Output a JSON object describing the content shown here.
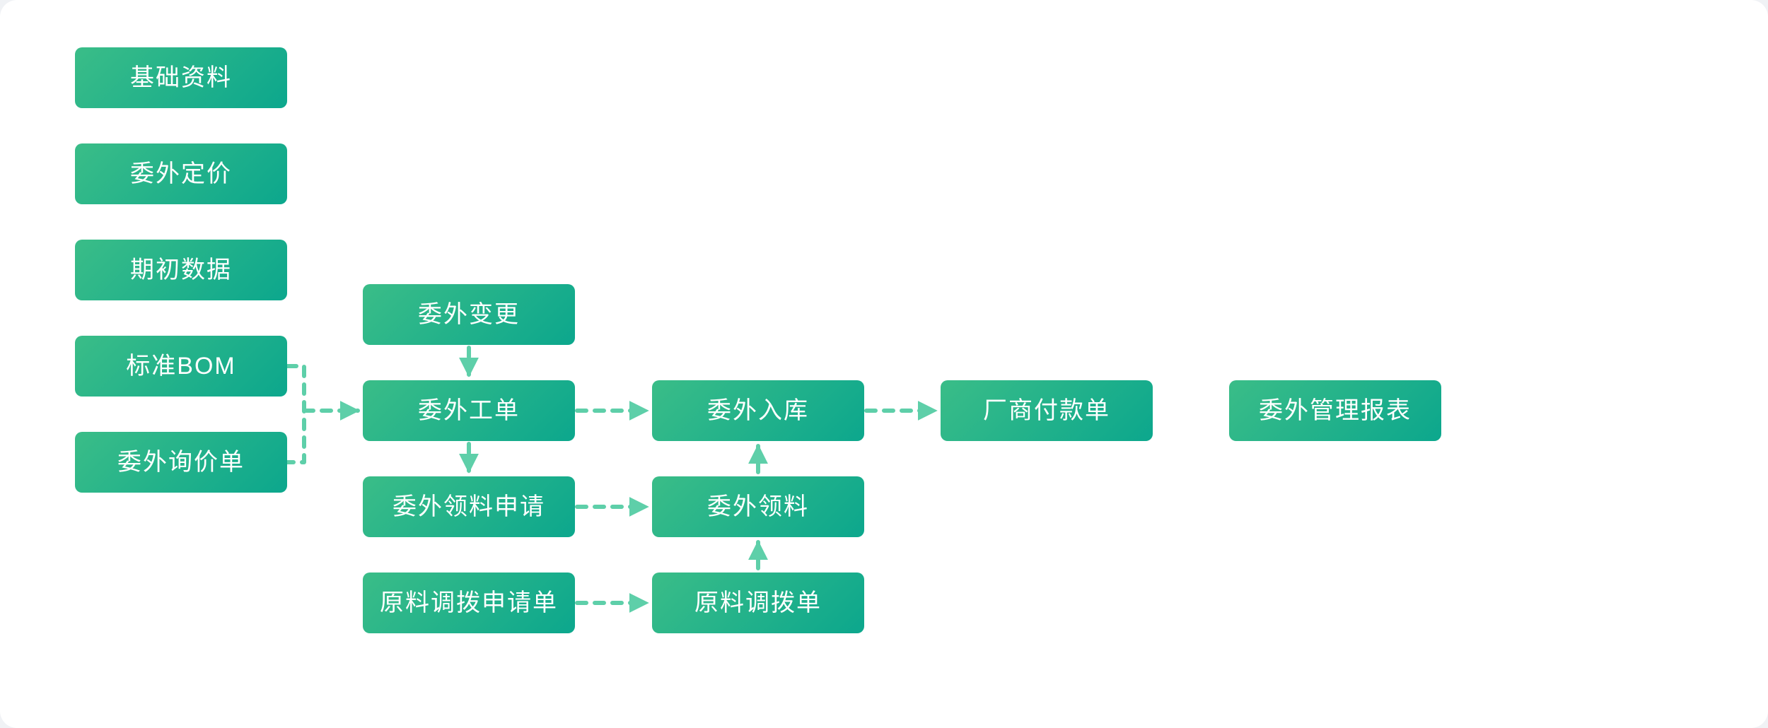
{
  "colors": {
    "page_background": "#f0f2f5",
    "card_background": "#ffffff",
    "node_gradient_start": "#3abd88",
    "node_gradient_end": "#0ca78d",
    "connector": "#5ecfa9",
    "node_text": "#ffffff"
  },
  "diagram": {
    "type": "flowchart",
    "nodes": [
      {
        "id": "jichu-ziliao",
        "label": "基础资料"
      },
      {
        "id": "weiwai-dingjia",
        "label": "委外定价"
      },
      {
        "id": "qichu-shuju",
        "label": "期初数据"
      },
      {
        "id": "biaozhun-bom",
        "label": "标准BOM"
      },
      {
        "id": "weiwai-xunjiadan",
        "label": "委外询价单"
      },
      {
        "id": "weiwai-biangeng",
        "label": "委外变更"
      },
      {
        "id": "weiwai-gongdan",
        "label": "委外工单"
      },
      {
        "id": "weiwai-lingliao-shenqing",
        "label": "委外领料申请"
      },
      {
        "id": "yuanliao-diaobo-shenqingdan",
        "label": "原料调拨申请单"
      },
      {
        "id": "weiwai-ruku",
        "label": "委外入库"
      },
      {
        "id": "weiwai-lingliao",
        "label": "委外领料"
      },
      {
        "id": "yuanliao-diaobodan",
        "label": "原料调拨单"
      },
      {
        "id": "changshang-fukuandan",
        "label": "厂商付款单"
      },
      {
        "id": "weiwai-guanli-baobiao",
        "label": "委外管理报表"
      }
    ],
    "edges": [
      {
        "from": "biaozhun-bom",
        "to": "weiwai-gongdan",
        "style": "dashed-arrow"
      },
      {
        "from": "weiwai-xunjiadan",
        "to": "weiwai-gongdan",
        "style": "dashed-arrow"
      },
      {
        "from": "weiwai-biangeng",
        "to": "weiwai-gongdan",
        "style": "dashed-arrow"
      },
      {
        "from": "weiwai-gongdan",
        "to": "weiwai-ruku",
        "style": "dashed-arrow"
      },
      {
        "from": "weiwai-gongdan",
        "to": "weiwai-lingliao-shenqing",
        "style": "dashed-arrow"
      },
      {
        "from": "weiwai-lingliao-shenqing",
        "to": "weiwai-lingliao",
        "style": "dashed-arrow"
      },
      {
        "from": "weiwai-lingliao",
        "to": "weiwai-ruku",
        "style": "dashed-arrow"
      },
      {
        "from": "yuanliao-diaobo-shenqingdan",
        "to": "yuanliao-diaobodan",
        "style": "dashed-arrow"
      },
      {
        "from": "yuanliao-diaobodan",
        "to": "weiwai-lingliao",
        "style": "dashed-arrow"
      },
      {
        "from": "weiwai-ruku",
        "to": "changshang-fukuandan",
        "style": "dashed-arrow"
      }
    ]
  }
}
